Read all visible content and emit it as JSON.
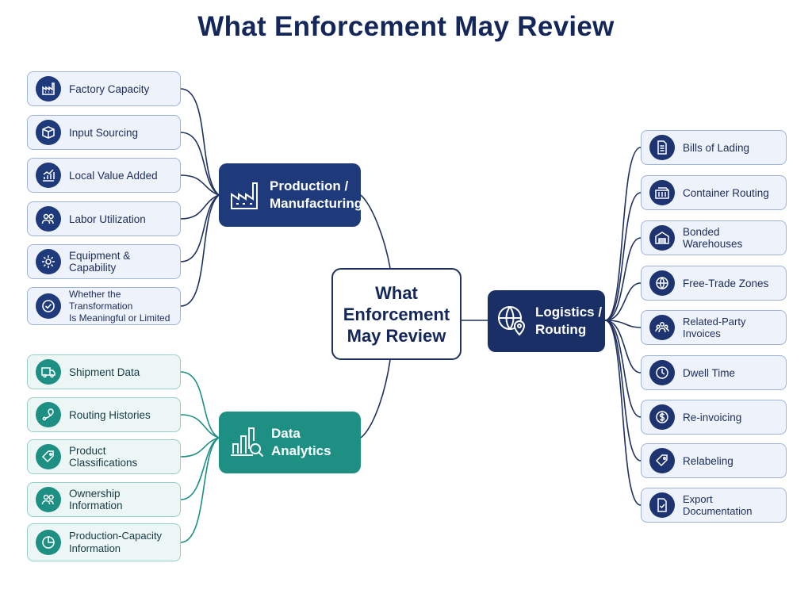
{
  "title": "What Enforcement May Review",
  "center": {
    "line1": "What",
    "line2": "Enforcement",
    "line3": "May Review"
  },
  "hubs": {
    "production": {
      "line1": "Production /",
      "line2": "Manufacturing",
      "color": "#1e3a7b",
      "icon": "factory-icon"
    },
    "data": {
      "label": "Data Analytics",
      "color": "#1e8f83",
      "icon": "bar-chart-magnifier-icon"
    },
    "logistics": {
      "line1": "Logistics /",
      "line2": "Routing",
      "color": "#1a2f66",
      "icon": "globe-pin-icon"
    }
  },
  "production_items": [
    {
      "label": "Factory Capacity",
      "icon": "factory-icon"
    },
    {
      "label": "Input Sourcing",
      "icon": "box-icon"
    },
    {
      "label": "Local Value Added",
      "icon": "growth-chart-icon"
    },
    {
      "label": "Labor Utilization",
      "icon": "people-icon"
    },
    {
      "label": "Equipment & Capability",
      "icon": "gear-icon"
    },
    {
      "label": "Whether the Transformation Is Meaningful or Limited",
      "line1": "Whether the Transformation",
      "line2": "Is Meaningful or Limited",
      "icon": "check-circle-icon"
    }
  ],
  "data_items": [
    {
      "label": "Shipment Data",
      "icon": "truck-icon"
    },
    {
      "label": "Routing Histories",
      "icon": "route-pin-icon"
    },
    {
      "label": "Product Classifications",
      "icon": "tag-icon"
    },
    {
      "label": "Ownership Information",
      "icon": "people-icon"
    },
    {
      "label": "Production-Capacity Information",
      "line1": "Production-Capacity",
      "line2": "Information",
      "icon": "pie-chart-icon"
    }
  ],
  "logistics_items": [
    {
      "label": "Bills of Lading",
      "icon": "document-icon"
    },
    {
      "label": "Container Routing",
      "icon": "container-icon"
    },
    {
      "label": "Bonded Warehouses",
      "icon": "warehouse-icon"
    },
    {
      "label": "Free-Trade Zones",
      "icon": "globe-icon"
    },
    {
      "label": "Related-Party Invoices",
      "icon": "group-icon"
    },
    {
      "label": "Dwell Time",
      "icon": "clock-icon"
    },
    {
      "label": "Re-invoicing",
      "icon": "dollar-icon"
    },
    {
      "label": "Relabeling",
      "icon": "tag-icon"
    },
    {
      "label": "Export Documentation",
      "icon": "checklist-document-icon"
    }
  ]
}
